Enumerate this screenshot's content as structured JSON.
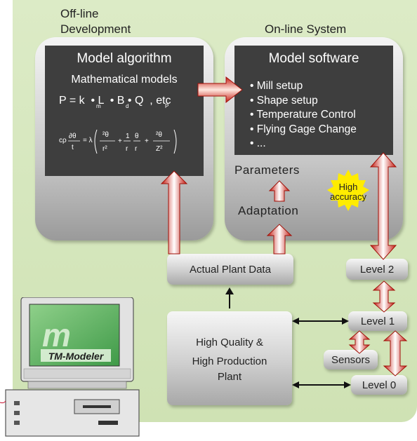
{
  "offline": {
    "line1": "Off-line",
    "line2": "Development"
  },
  "online": {
    "title": "On-line System"
  },
  "model_algorithm": {
    "title": "Model algorithm",
    "subtitle": "Mathematical models",
    "formula1": "P = k  • L  • B • Q  , etc",
    "formula1_subs": [
      "m",
      "d",
      "P"
    ],
    "formula2": "cρ∂θ/t = λ(²θ/r² + 1/r θ/r + ²θ/Z²)"
  },
  "model_software": {
    "title": "Model software",
    "items": [
      "• Mill setup",
      "• Shape setup",
      "• Temperature Control",
      "• Flying Gage Change",
      "• ..."
    ]
  },
  "adaptation": {
    "parameters": "Parameters",
    "adaptation": "Adaptation"
  },
  "burst": {
    "line1": "High",
    "line2": "accuracy"
  },
  "boxes": {
    "actual_plant_data": "Actual Plant Data",
    "level2": "Level 2",
    "level1": "Level 1",
    "level0": "Level 0",
    "sensors": "Sensors",
    "plant_line1": "High Quality &",
    "plant_line2": "High Production",
    "plant_line3": "Plant"
  },
  "computer": {
    "label": "TM-Modeler"
  },
  "colors": {
    "background": "#d6e8bf",
    "panel_inner": "#3e3e3e",
    "arrow_red": "#d42a1a"
  }
}
